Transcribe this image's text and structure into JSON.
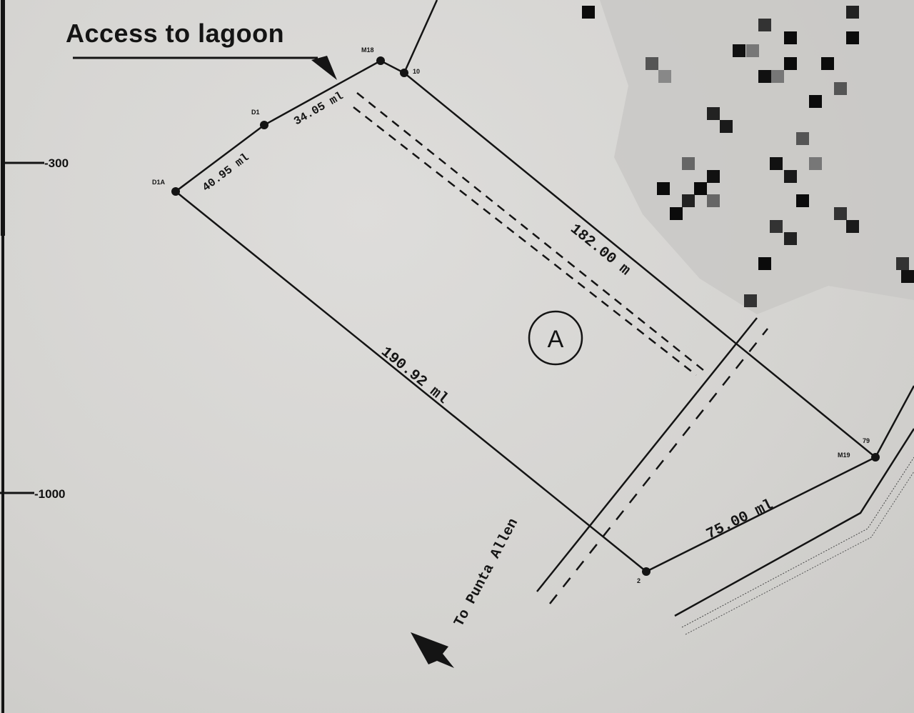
{
  "title": "Access to lagoon",
  "lot_label": "A",
  "direction_label": "To Punta Allen",
  "dimensions": {
    "nw_short_1": "34.05 ml",
    "nw_short_2": "40.95 ml",
    "ne_long": "182.00 m",
    "sw_long": "190.92 ml",
    "se_short": "75.00 ml"
  },
  "points": {
    "p_d1a": "D1A",
    "p_d1": "D1",
    "p_m_top": "M18",
    "p_10": "10",
    "p_m19": "M19",
    "p_79": "79",
    "p_2": "2"
  },
  "grid_ticks": {
    "upper": "-300",
    "lower": "-1000"
  },
  "colors": {
    "paper": "#d8d7d4",
    "ink": "#141414"
  }
}
